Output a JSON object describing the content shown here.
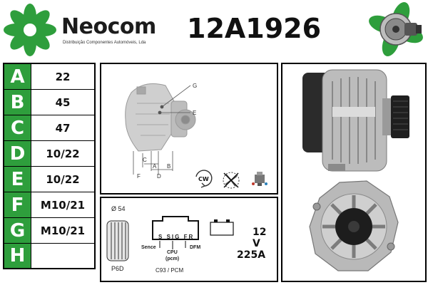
{
  "brand": {
    "name": "Neocom",
    "tagline": "Distribuição Componentes Automóveis, Lda",
    "logo_color": "#2e9e3c"
  },
  "part_number": "12A1926",
  "specs": [
    {
      "key": "A",
      "value": "22"
    },
    {
      "key": "B",
      "value": "45"
    },
    {
      "key": "C",
      "value": "47"
    },
    {
      "key": "D",
      "value": "10/22"
    },
    {
      "key": "E",
      "value": "10/22"
    },
    {
      "key": "F",
      "value": "M10/21"
    },
    {
      "key": "G",
      "value": "M10/21"
    },
    {
      "key": "H",
      "value": ""
    }
  ],
  "diagram": {
    "labels": {
      "g": "G",
      "e": "E",
      "c": "C",
      "a": "A",
      "b": "B",
      "f": "F",
      "d": "D"
    },
    "rotation": "CW"
  },
  "connector": {
    "pulley_diameter": "Ø 54",
    "pulley_type": "P6D",
    "plug_pins": [
      "S",
      "SIG",
      "FR"
    ],
    "sence_label": "Sence",
    "dfm_label": "DFM",
    "cpu_label": "CPU",
    "pcm_label": "(pcm)",
    "code": "C93 / PCM",
    "voltage": "12 V",
    "amperage": "225A"
  },
  "colors": {
    "accent": "#2e9e3c",
    "border": "#000000"
  },
  "icons": [
    "neocom-logo-icon",
    "alternator-thumbnail-icon",
    "cw-rotation-icon",
    "no-fan-icon",
    "connector-icon",
    "pulley-icon",
    "battery-icon",
    "plug-icon"
  ]
}
